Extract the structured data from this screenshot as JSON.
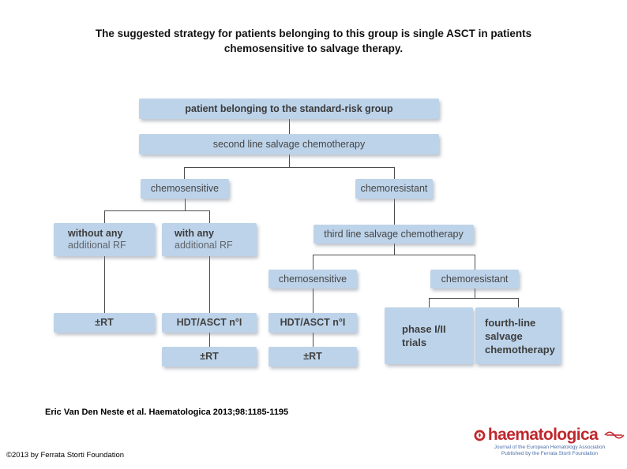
{
  "slide": {
    "title_line1": "The suggested strategy for patients belonging to this group is single ASCT in patients",
    "title_line2": "chemosensitive to salvage therapy.",
    "citation": "Eric Van Den Neste et al. Haematologica 2013;98:1185-1195",
    "copyright": "©2013 by Ferrata Storti Foundation"
  },
  "flowchart": {
    "box_fill": "#bdd3e9",
    "text_color": "#454545",
    "line_color": "#4d4d4d",
    "patient": "patient belonging to the standard-risk group",
    "second_line": "second line salvage chemotherapy",
    "chemosensitive_1": "chemosensitive",
    "chemoresistant_1": "chemoresistant",
    "without_rf": {
      "line1": "without any",
      "line2": "additional RF"
    },
    "with_rf": {
      "line1": "with any",
      "line2": "additional RF"
    },
    "third_line": "third line salvage chemotherapy",
    "chemosensitive_2": "chemosensitive",
    "chemoresistant_2": "chemoresistant",
    "rt_1": "±RT",
    "hdt_1": "HDT/ASCT n°I",
    "hdt_2": "HDT/ASCT n°I",
    "rt_2": "±RT",
    "rt_3": "±RT",
    "phase_trials": {
      "line1": "phase I/II",
      "line2": "trials"
    },
    "fourth_line": {
      "line1": "fourth-line",
      "line2": "salvage",
      "line3": "chemotherapy"
    }
  },
  "logo": {
    "name": "haematologica",
    "tagline_line1": "Journal of the European Hematology Association",
    "tagline_line2": "Published by the Ferrata Storti Foundation",
    "brand_color": "#c0272d",
    "tagline_color": "#4a6fa8"
  }
}
